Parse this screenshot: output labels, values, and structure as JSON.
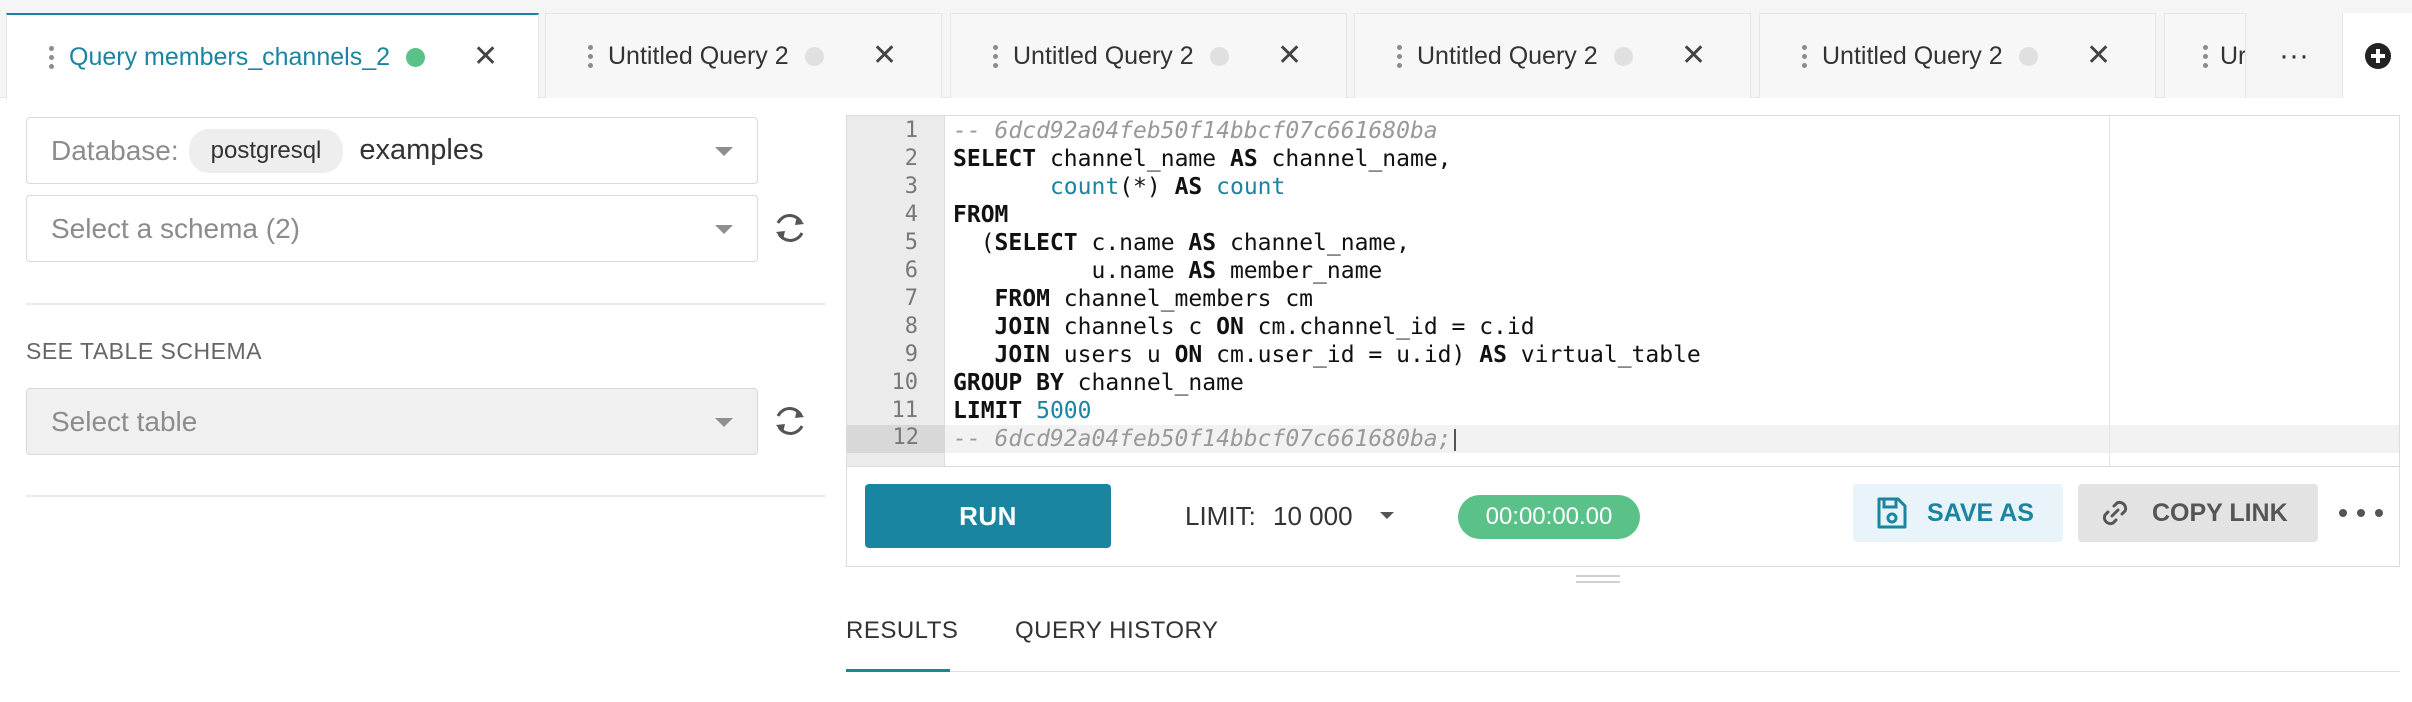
{
  "tabs": [
    {
      "title": "Query members_channels_2",
      "active": true
    },
    {
      "title": "Untitled Query 2",
      "active": false
    },
    {
      "title": "Untitled Query 2",
      "active": false
    },
    {
      "title": "Untitled Query 2",
      "active": false
    },
    {
      "title": "Untitled Query 2",
      "active": false
    },
    {
      "title": "Ur",
      "active": false
    }
  ],
  "tabbar": {
    "more_label": "···"
  },
  "left": {
    "database_label": "Database:",
    "database_badge": "postgresql",
    "database_value": "examples",
    "schema_placeholder": "Select a schema (2)",
    "section_title": "SEE TABLE SCHEMA",
    "table_placeholder": "Select table"
  },
  "editor": {
    "line_numbers": [
      "1",
      "2",
      "3",
      "4",
      "5",
      "6",
      "7",
      "8",
      "9",
      "10",
      "11",
      "12"
    ],
    "lines": [
      "-- 6dcd92a04feb50f14bbcf07c661680ba",
      "SELECT channel_name AS channel_name,",
      "       count(*) AS count",
      "FROM",
      "  (SELECT c.name AS channel_name,",
      "          u.name AS member_name",
      "   FROM channel_members cm",
      "   JOIN channels c ON cm.channel_id = c.id",
      "   JOIN users u ON cm.user_id = u.id) AS virtual_table",
      "GROUP BY channel_name",
      "LIMIT 5000",
      "-- 6dcd92a04feb50f14bbcf07c661680ba;"
    ]
  },
  "toolbar": {
    "run_label": "RUN",
    "limit_label": "LIMIT:",
    "limit_value": "10 000",
    "timer": "00:00:00.00",
    "save_as_label": "SAVE AS",
    "copy_link_label": "COPY LINK"
  },
  "bottom_tabs": {
    "results": "RESULTS",
    "query_history": "QUERY HISTORY"
  },
  "colors": {
    "accent": "#1a85a0",
    "success": "#5ac189"
  }
}
